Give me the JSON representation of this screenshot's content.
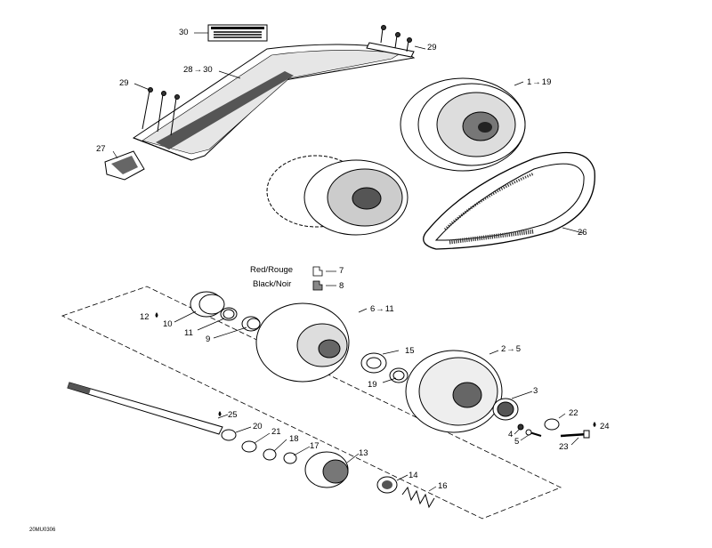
{
  "diagram": {
    "drawing_id": "20MU0306",
    "arrow": "→",
    "legend": {
      "red": {
        "text": "Red/Rouge",
        "ref": "7"
      },
      "black": {
        "text": "Black/Noir",
        "ref": "8"
      }
    },
    "callouts": {
      "c30": "30",
      "c29a": "29",
      "c28": "28",
      "c28b": "30",
      "c29b": "29",
      "c1": "1",
      "c1b": "19",
      "c27": "27",
      "c26": "26",
      "c6": "6",
      "c6b": "11",
      "c12": "12",
      "c10": "10",
      "c11": "11",
      "c9": "9",
      "c15": "15",
      "c19": "19",
      "c2": "2",
      "c2b": "5",
      "c3": "3",
      "c22": "22",
      "c24": "24",
      "c4": "4",
      "c5": "5",
      "c23": "23",
      "c25": "25",
      "c20": "20",
      "c21": "21",
      "c18": "18",
      "c17": "17",
      "c13": "13",
      "c14": "14",
      "c16": "16"
    }
  }
}
